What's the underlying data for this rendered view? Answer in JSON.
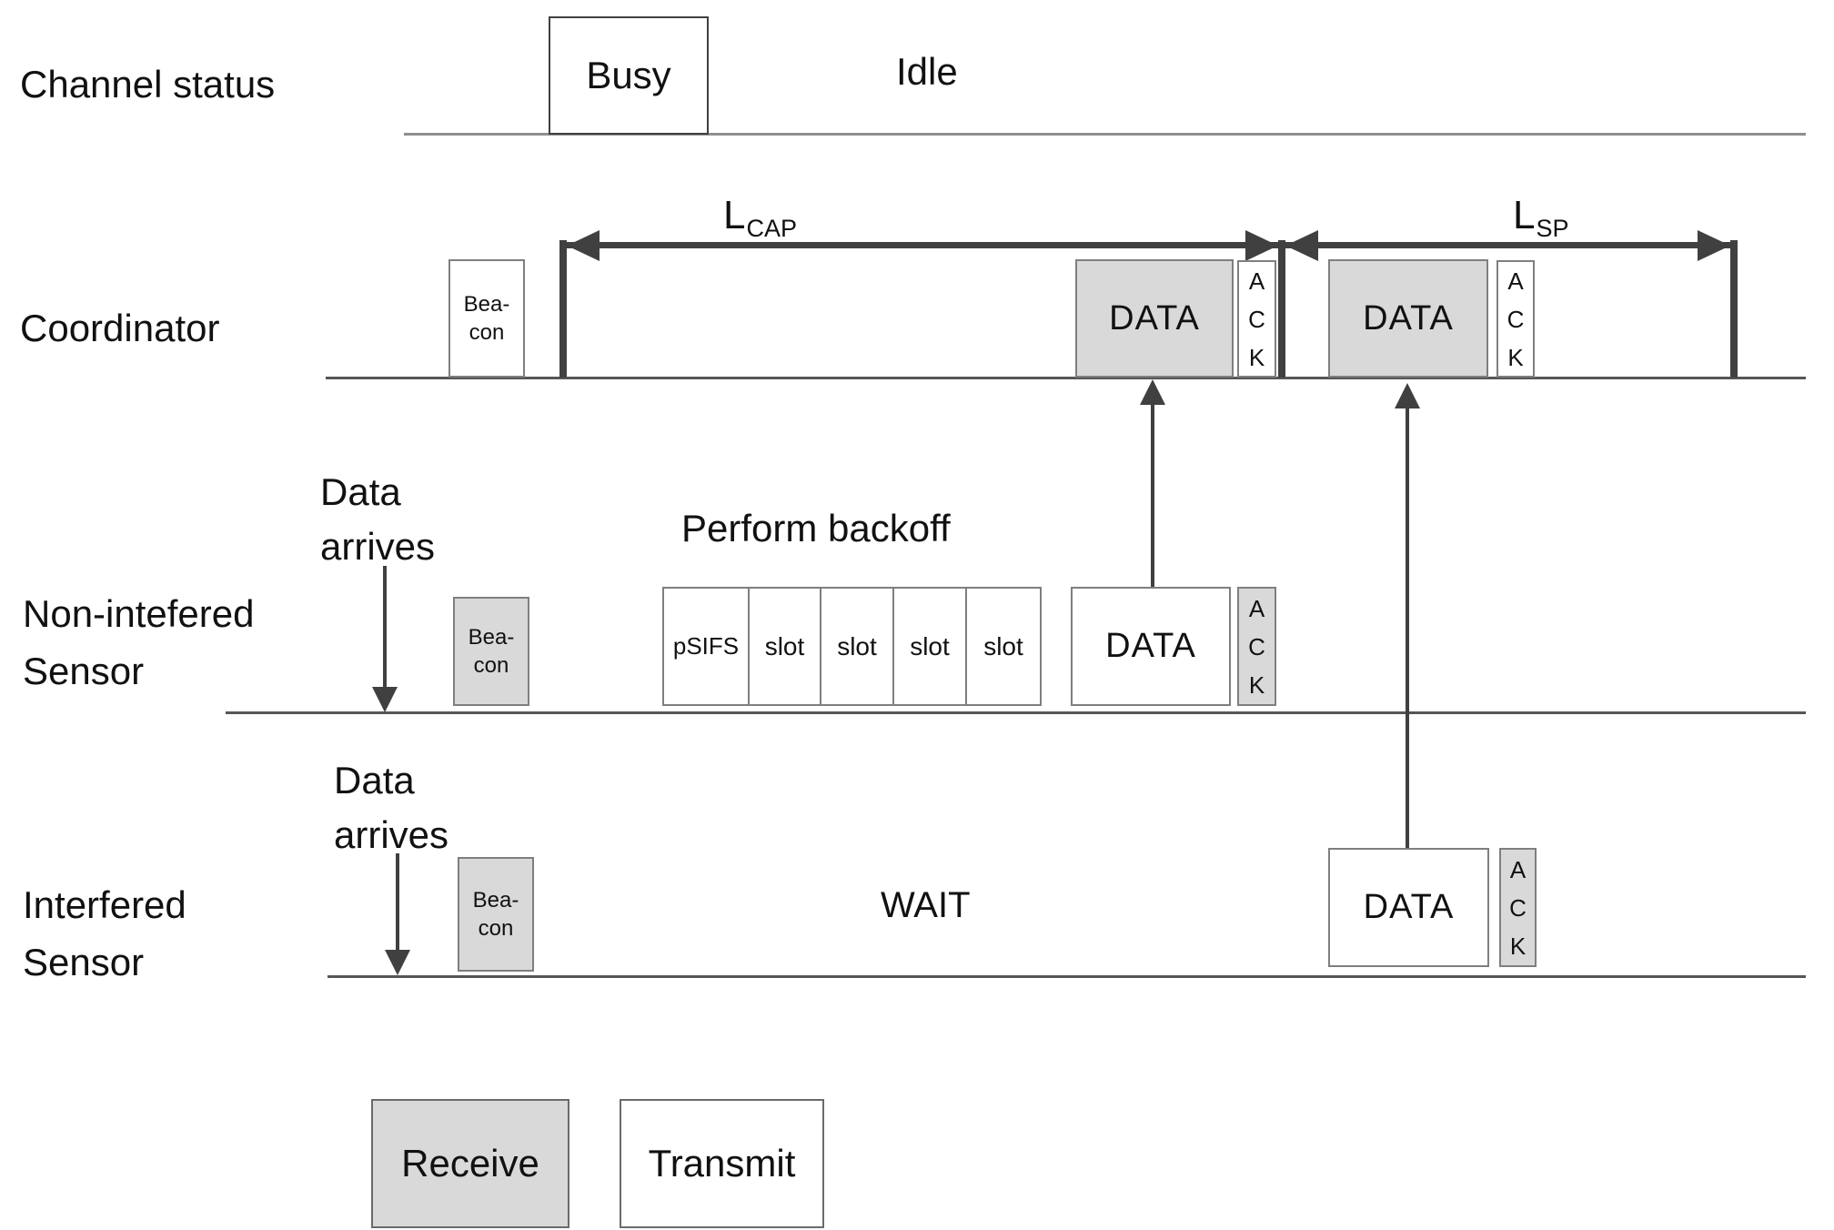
{
  "colors": {
    "box_fill_gray": "#d9d9d9",
    "box_fill_white": "#ffffff",
    "arrow_dark": "#404040",
    "border_gray": "#7f7f7f"
  },
  "channel": {
    "label": "Channel status",
    "busy_label": "Busy",
    "idle_label": "Idle"
  },
  "coordinator": {
    "label": "Coordinator",
    "beacon_label": "Bea-\ncon",
    "lcap": {
      "main": "L",
      "sub": "CAP"
    },
    "lsp": {
      "main": "L",
      "sub": "SP"
    },
    "data1_label": "DATA",
    "ack1_label": "A\nC\nK",
    "data2_label": "DATA",
    "ack2_label": "A\nC\nK"
  },
  "non_interfered": {
    "label": "Non-intefered\nSensor",
    "data_arrives_label": "Data\narrives",
    "beacon_label": "Bea-\ncon",
    "backoff_label": "Perform backoff",
    "slots": [
      "pSIFS",
      "slot",
      "slot",
      "slot",
      "slot"
    ],
    "data_label": "DATA",
    "ack_label": "A\nC\nK"
  },
  "interfered": {
    "label": "Interfered\nSensor",
    "data_arrives_label": "Data\narrives",
    "beacon_label": "Bea-\ncon",
    "wait_label": "WAIT",
    "data_label": "DATA",
    "ack_label": "A\nC\nK"
  },
  "legend": {
    "receive_label": "Receive",
    "transmit_label": "Transmit"
  }
}
